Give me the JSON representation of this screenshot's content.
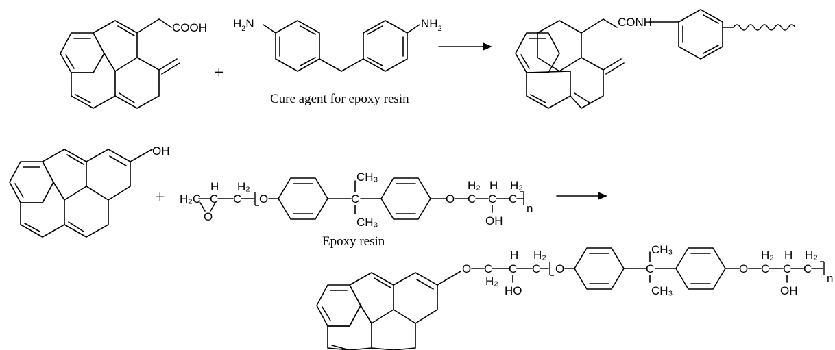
{
  "reaction1": {
    "acid_group": "COOH",
    "plus": "+",
    "amine_left_main": "H",
    "amine_left_sub": "2",
    "amine_left_tail": "N",
    "amine_right_head": "NH",
    "amine_right_sub": "2",
    "caption": "Cure agent for epoxy resin",
    "product_group": "CONH"
  },
  "reaction2": {
    "hydroxyl": "OH",
    "plus": "+",
    "caption": "Epoxy resin",
    "epoxide_h2c": "H₂C",
    "ch_label": "C",
    "h_label": "H",
    "h2_label": "H₂",
    "o_label": "O",
    "ch3_label": "CH₃",
    "oh_label": "OH",
    "ho_label": "HO",
    "n_label": "n"
  }
}
